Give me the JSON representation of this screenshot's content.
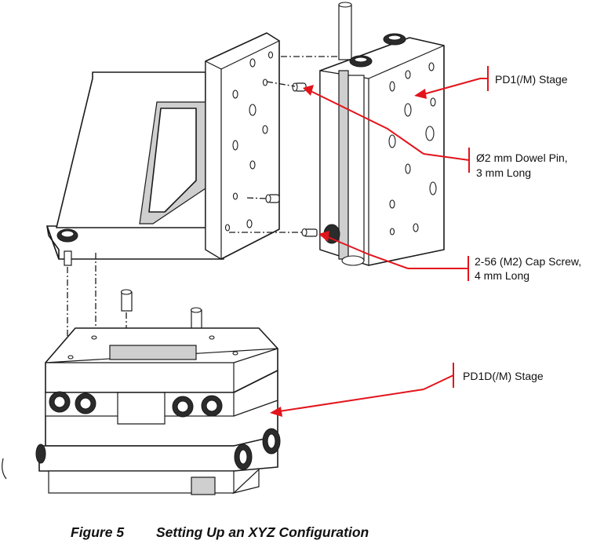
{
  "labels": {
    "pd1_stage": "PD1(/M) Stage",
    "dowel_pin_line1": "Ø2 mm Dowel Pin,",
    "dowel_pin_line2": "3 mm Long",
    "cap_screw_line1": "2-56 (M2) Cap Screw,",
    "cap_screw_line2": "4 mm Long",
    "pd1d_stage": "PD1D(/M) Stage"
  },
  "caption": {
    "figure_number": "Figure 5",
    "title": "Setting Up an XYZ Configuration"
  },
  "colors": {
    "callout": "#e3141b",
    "line_art": "#1a1a1a",
    "background": "#ffffff"
  }
}
